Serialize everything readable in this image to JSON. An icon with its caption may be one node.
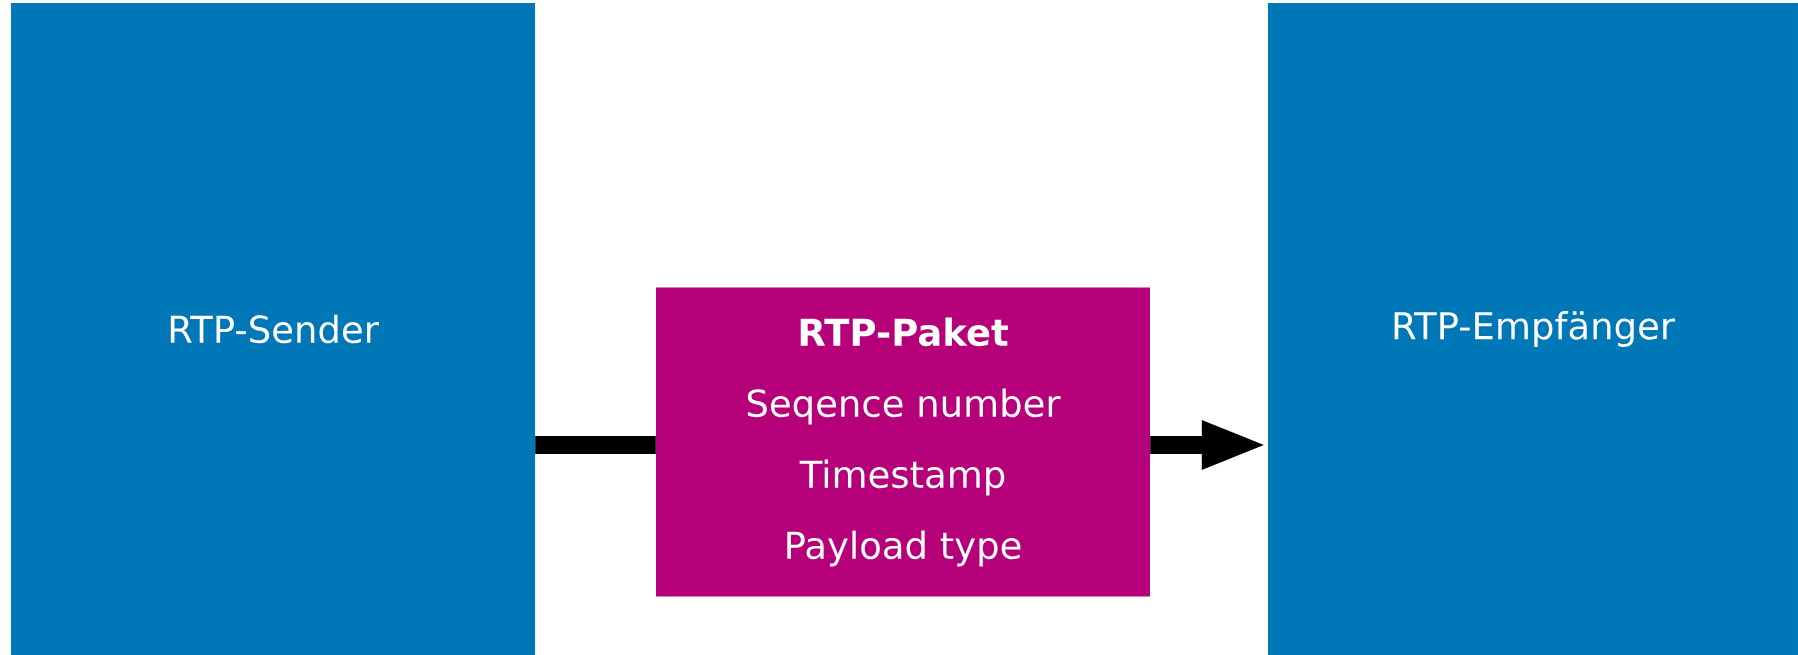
{
  "diagram": {
    "nodes": [
      {
        "text": [
          "RTP-Sender"
        ]
      },
      {
        "text": [
          "RTP-Paket",
          "Seqence number",
          "Timestamp",
          "Payload type"
        ]
      },
      {
        "text": [
          "RTP-Empfänger"
        ]
      }
    ],
    "edges": [
      {
        "from": 0,
        "to": 1,
        "arrow": "none"
      },
      {
        "from": 1,
        "to": 2,
        "arrow": "to"
      }
    ]
  }
}
